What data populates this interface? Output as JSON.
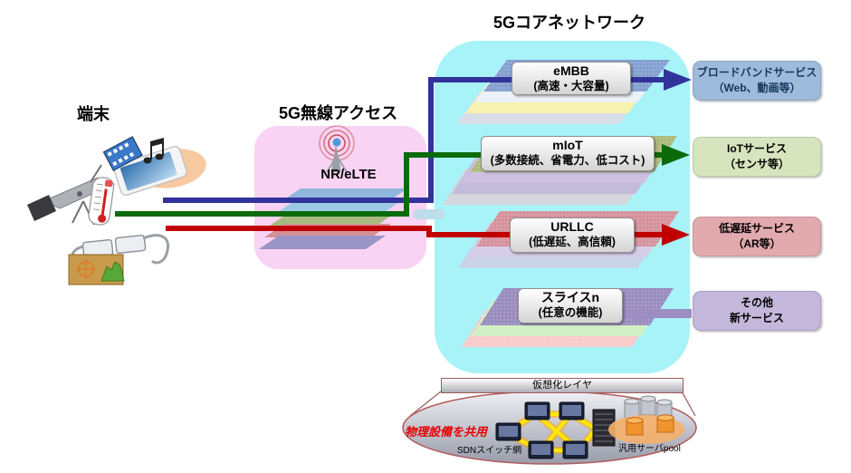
{
  "title": "5Gコアネットワーク",
  "terminals": {
    "title": "端末",
    "devices": [
      "surveillance-camera",
      "thermometer-sensor",
      "smartphone-in-hand",
      "ar-glasses"
    ]
  },
  "radio_access": {
    "title": "5G無線アクセス",
    "node_label": "NR/eLTE"
  },
  "slices": [
    {
      "id": "embb",
      "name": "eMBB",
      "desc": "(高速・大容量)",
      "arrow_color": "#32329b",
      "layer_colors": [
        "#84a0d0",
        "#ebf1f8",
        "#f7f2b0",
        "#d9dde7"
      ],
      "service": {
        "line1": "ブロードバンドサービス",
        "line2": "（Web、動画等）",
        "bg": "#9fbbdb",
        "text_color": "#17375e"
      }
    },
    {
      "id": "miot",
      "name": "mIoT",
      "desc": "(多数接続、省電力、低コスト)",
      "arrow_color": "#0b6b0b",
      "layer_colors": [
        "#adb97b",
        "#cdc1e2",
        "#c3bbda",
        "#d5d5dd"
      ],
      "service": {
        "line1": "IoTサービス",
        "line2": "（センサ等）",
        "bg": "#d7e4bd",
        "text_color": "#000000"
      }
    },
    {
      "id": "urllc",
      "name": "URLLC",
      "desc": "(低遅延、高信頼)",
      "arrow_color": "#c00000",
      "layer_colors": [
        "#d5929c",
        "#d6cde9",
        "#c8d3e5"
      ],
      "service": {
        "line1": "低遅延サービス",
        "line2": "（AR等）",
        "bg": "#e2a9af",
        "text_color": "#000000"
      }
    },
    {
      "id": "slice-n",
      "name": "スライスn",
      "desc": "(任意の機能)",
      "arrow_color": "#9c8ec2",
      "layer_colors": [
        "#998cbe",
        "#d2efc5",
        "#f8caca"
      ],
      "service": {
        "line1": "その他",
        "line2": "新サービス",
        "bg": "#c3b7db",
        "text_color": "#000000"
      }
    }
  ],
  "infrastructure": {
    "virtualization_layer": "仮想化レイヤ",
    "physical_note": "物理設備を共用",
    "sdn_label": "SDNスイッチ網",
    "server_pool_label": "汎用サーバpool"
  },
  "colors": {
    "core_network_bg": "#a7f3f8",
    "radio_access_bg": "#f8d3f3",
    "virtualization_border": "#9e5b5b",
    "physical_note_color": "#e60000",
    "sdn_link_color": "#ffe800"
  }
}
